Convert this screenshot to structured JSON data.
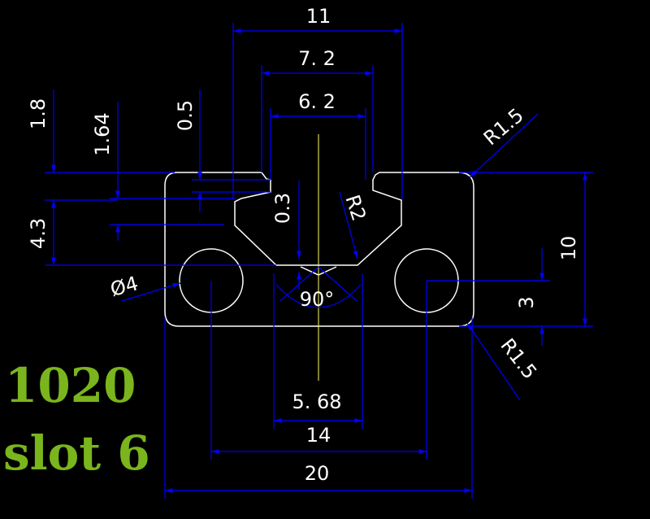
{
  "colors": {
    "background": "#000000",
    "profile": "#ffffff",
    "dimension": "#0000ff",
    "centerline": "#ffff66",
    "title": "#7ab51d"
  },
  "title": {
    "line1": "1020",
    "line2": "slot 6"
  },
  "dimensions": {
    "width_total": "20",
    "hole_spacing": "14",
    "slot_bottom": "5. 68",
    "slot_top_outer": "11",
    "slot_mid": "7. 2",
    "slot_opening": "6. 2",
    "lip_1_8": "1.8",
    "lip_1_64": "1.64",
    "lip_0_5": "0.5",
    "lip_0_3": "0.3",
    "depth_4_3": "4.3",
    "radius_r2": "R2",
    "radius_top": "R1.5",
    "radius_bottom": "R1.5",
    "height_total": "10",
    "hole_center": "3",
    "hole_dia": "Ø4",
    "angle": "90°"
  }
}
